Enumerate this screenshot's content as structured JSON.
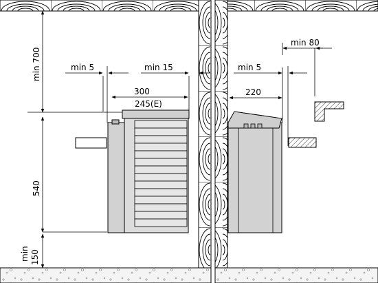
{
  "labels": {
    "min_700": "min 700",
    "min_5_left": "min 5",
    "min_15": "min 15",
    "w_300": "300",
    "w_245": "245(E)",
    "h_540": "540",
    "min_150_line1": "min",
    "min_150_line2": "150",
    "min_5_right": "min 5",
    "min_80": "min 80",
    "w_220": "220"
  }
}
